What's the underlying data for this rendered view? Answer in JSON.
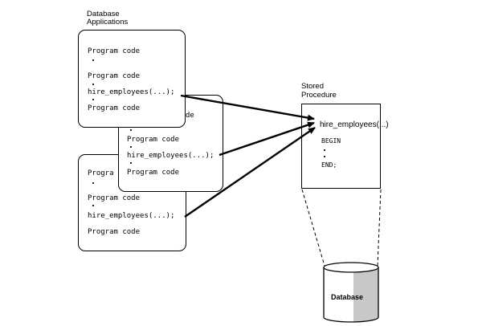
{
  "applications": {
    "title_line1": "Database",
    "title_line2": "Applications",
    "program_code": "Program code",
    "program_code_spaced": "Program  code",
    "call": "hire_employees(...);",
    "partial_code": "de",
    "partial_program": "Progra"
  },
  "procedure": {
    "title_line1": "Stored",
    "title_line2": "Procedure",
    "signature": "hire_employees(...)",
    "begin": "BEGIN",
    "end": "END;"
  },
  "database": {
    "label": "Database",
    "shade_color": "#c8c8c8"
  }
}
